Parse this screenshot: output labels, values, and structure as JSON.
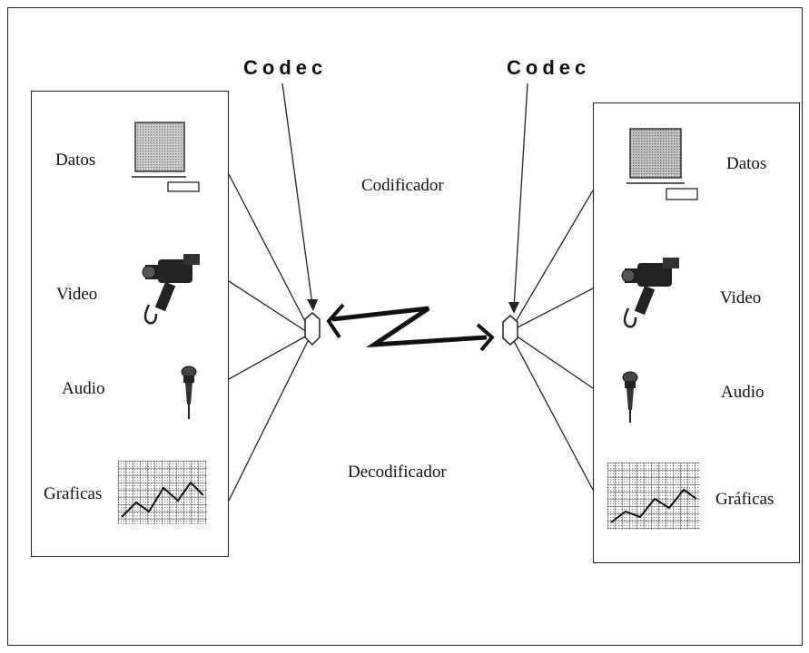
{
  "codec_left": "Codec",
  "codec_right": "Codec",
  "encoder_label": "Codificador",
  "decoder_label": "Decodificador",
  "left_panel": {
    "items": [
      {
        "label": "Datos",
        "icon": "computer-icon"
      },
      {
        "label": "Video",
        "icon": "camcorder-icon"
      },
      {
        "label": "Audio",
        "icon": "microphone-icon"
      },
      {
        "label": "Graficas",
        "icon": "graph-icon"
      }
    ]
  },
  "right_panel": {
    "items": [
      {
        "label": "Datos",
        "icon": "computer-icon"
      },
      {
        "label": "Video",
        "icon": "camcorder-icon"
      },
      {
        "label": "Audio",
        "icon": "microphone-icon"
      },
      {
        "label": "Gráficas",
        "icon": "graph-icon"
      }
    ]
  }
}
